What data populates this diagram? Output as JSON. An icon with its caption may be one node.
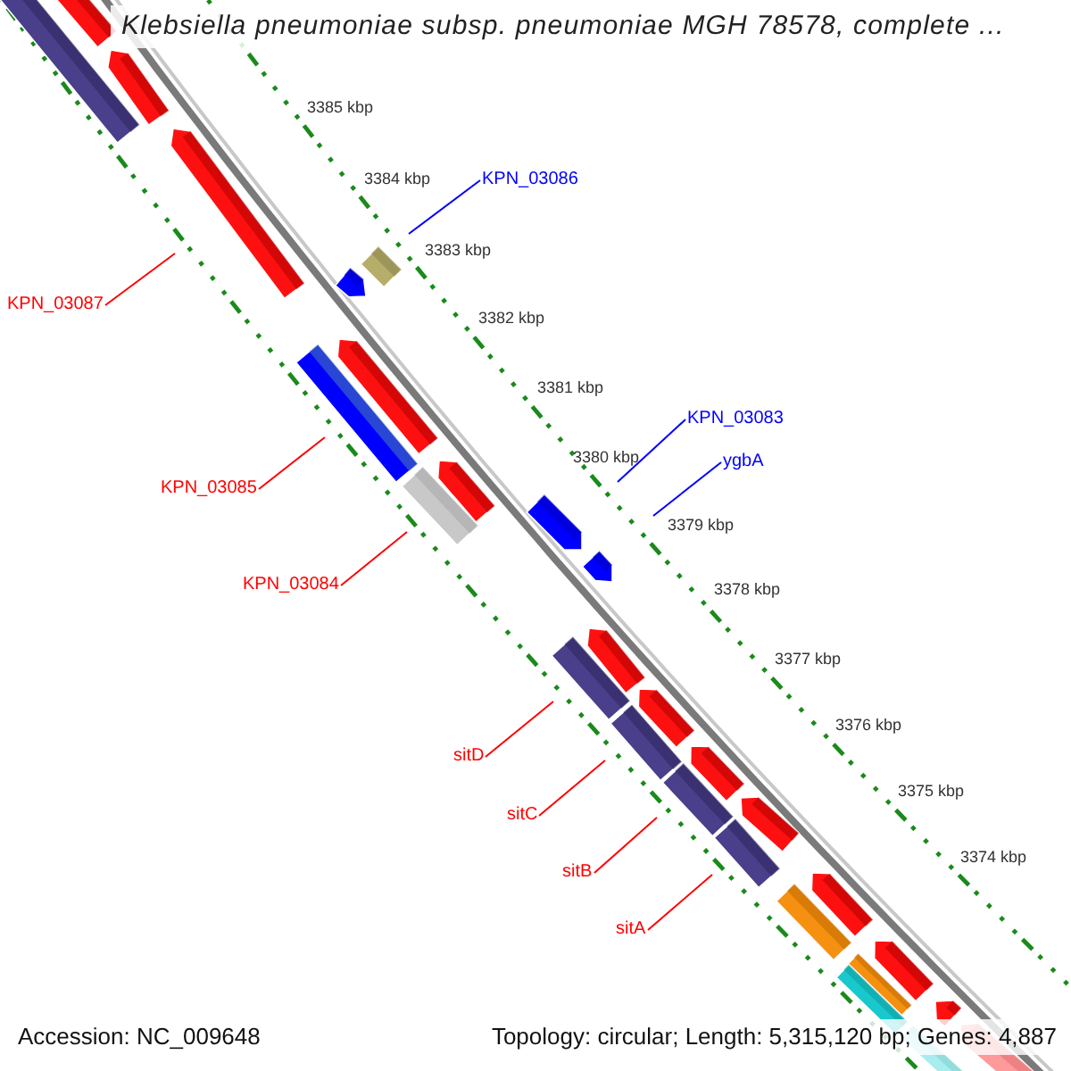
{
  "diagram": {
    "title": "Klebsiella pneumoniae subsp. pneumoniae MGH 78578, complete ...",
    "nodes": [
      {
        "text": [
          "KPN_03086"
        ]
      },
      {
        "text": [
          "KPN_03087"
        ]
      },
      {
        "text": [
          "KPN_03083"
        ]
      },
      {
        "text": [
          "ygbA"
        ]
      },
      {
        "text": [
          "KPN_03085"
        ]
      },
      {
        "text": [
          "KPN_03084"
        ]
      },
      {
        "text": [
          "sitD"
        ]
      },
      {
        "text": [
          "sitC"
        ]
      },
      {
        "text": [
          "sitB"
        ]
      },
      {
        "text": [
          "sitA"
        ]
      }
    ],
    "edges": [
      {
        "from": 0,
        "to": null,
        "arrow": "none",
        "color": "#0000ff"
      },
      {
        "from": 1,
        "to": null,
        "arrow": "none"
      },
      {
        "from": 2,
        "to": null,
        "arrow": "none",
        "color": "#0000ff"
      },
      {
        "from": 3,
        "to": null,
        "arrow": "none",
        "color": "#0000ff"
      },
      {
        "from": 4,
        "to": null,
        "arrow": "none"
      },
      {
        "from": 5,
        "to": null,
        "arrow": "none"
      },
      {
        "from": 6,
        "to": null,
        "arrow": "none"
      },
      {
        "from": 7,
        "to": null,
        "arrow": "none"
      },
      {
        "from": 8,
        "to": null,
        "arrow": "none"
      },
      {
        "from": 9,
        "to": null,
        "arrow": "none"
      }
    ],
    "labels": [
      "3385 kbp",
      "3384 kbp",
      "3383 kbp",
      "3382 kbp",
      "3381 kbp",
      "3380 kbp",
      "3379 kbp",
      "3378 kbp",
      "3377 kbp",
      "3376 kbp",
      "3375 kbp",
      "3374 kbp",
      "Accession: NC_009648",
      "Topology: circular; Length: 5,315,120 bp; Genes: 4,887"
    ]
  }
}
